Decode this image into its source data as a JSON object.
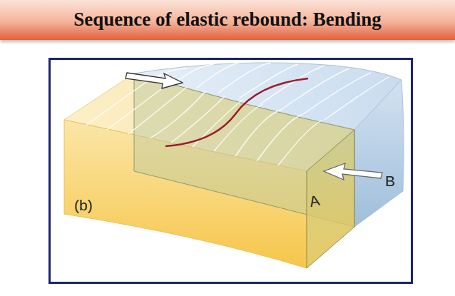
{
  "diagram": {
    "title": "Sequence of elastic rebound: Bending",
    "labels": [
      "(b)",
      "A",
      "B"
    ]
  }
}
